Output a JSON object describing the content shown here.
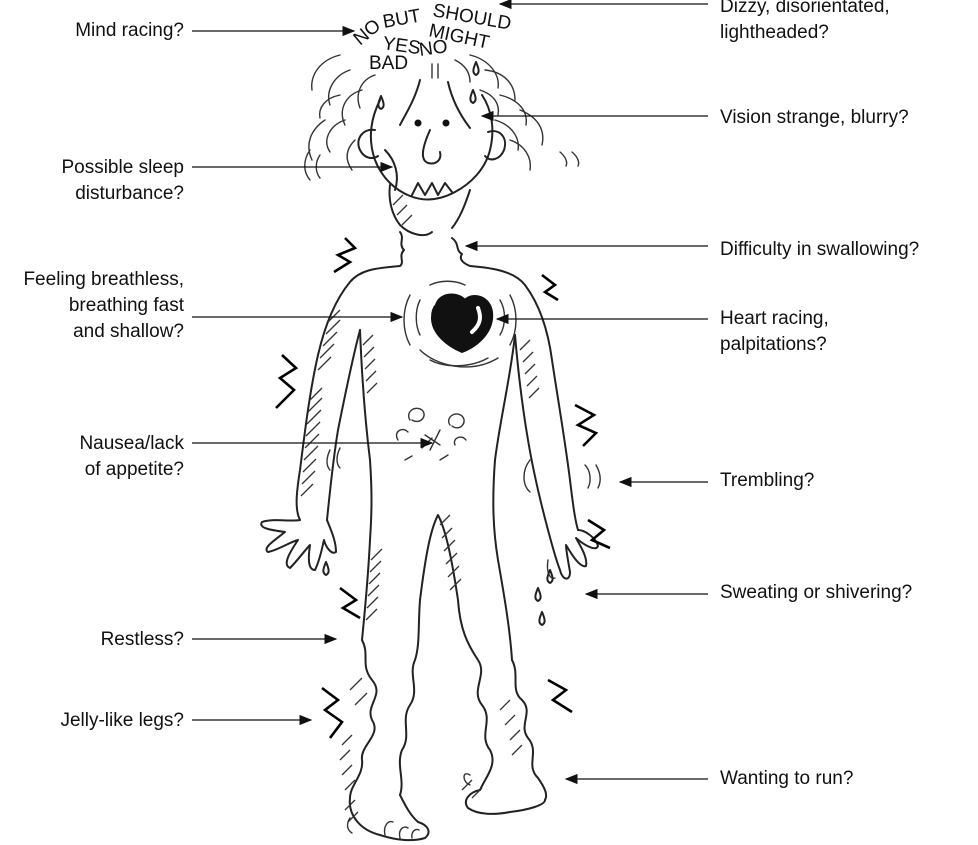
{
  "head_words": [
    "NO",
    "BUT",
    "SHOULD",
    "YES",
    "MIGHT",
    "NO",
    "BAD"
  ],
  "labels": {
    "left": [
      {
        "id": "mind-racing",
        "text": "Mind racing?"
      },
      {
        "id": "sleep",
        "text": "Possible sleep\ndisturbance?"
      },
      {
        "id": "breathless",
        "text": "Feeling breathless,\nbreathing fast\nand shallow?"
      },
      {
        "id": "nausea",
        "text": "Nausea/lack\nof appetite?"
      },
      {
        "id": "restless",
        "text": "Restless?"
      },
      {
        "id": "jelly-legs",
        "text": "Jelly-like legs?"
      }
    ],
    "right": [
      {
        "id": "dizzy",
        "text": "Dizzy, disorientated,\nlightheaded?"
      },
      {
        "id": "vision",
        "text": "Vision strange, blurry?"
      },
      {
        "id": "swallowing",
        "text": "Difficulty in swallowing?"
      },
      {
        "id": "heart",
        "text": "Heart racing,\npalpitations?"
      },
      {
        "id": "trembling",
        "text": "Trembling?"
      },
      {
        "id": "sweating",
        "text": "Sweating or shivering?"
      },
      {
        "id": "run",
        "text": "Wanting to run?"
      }
    ]
  }
}
